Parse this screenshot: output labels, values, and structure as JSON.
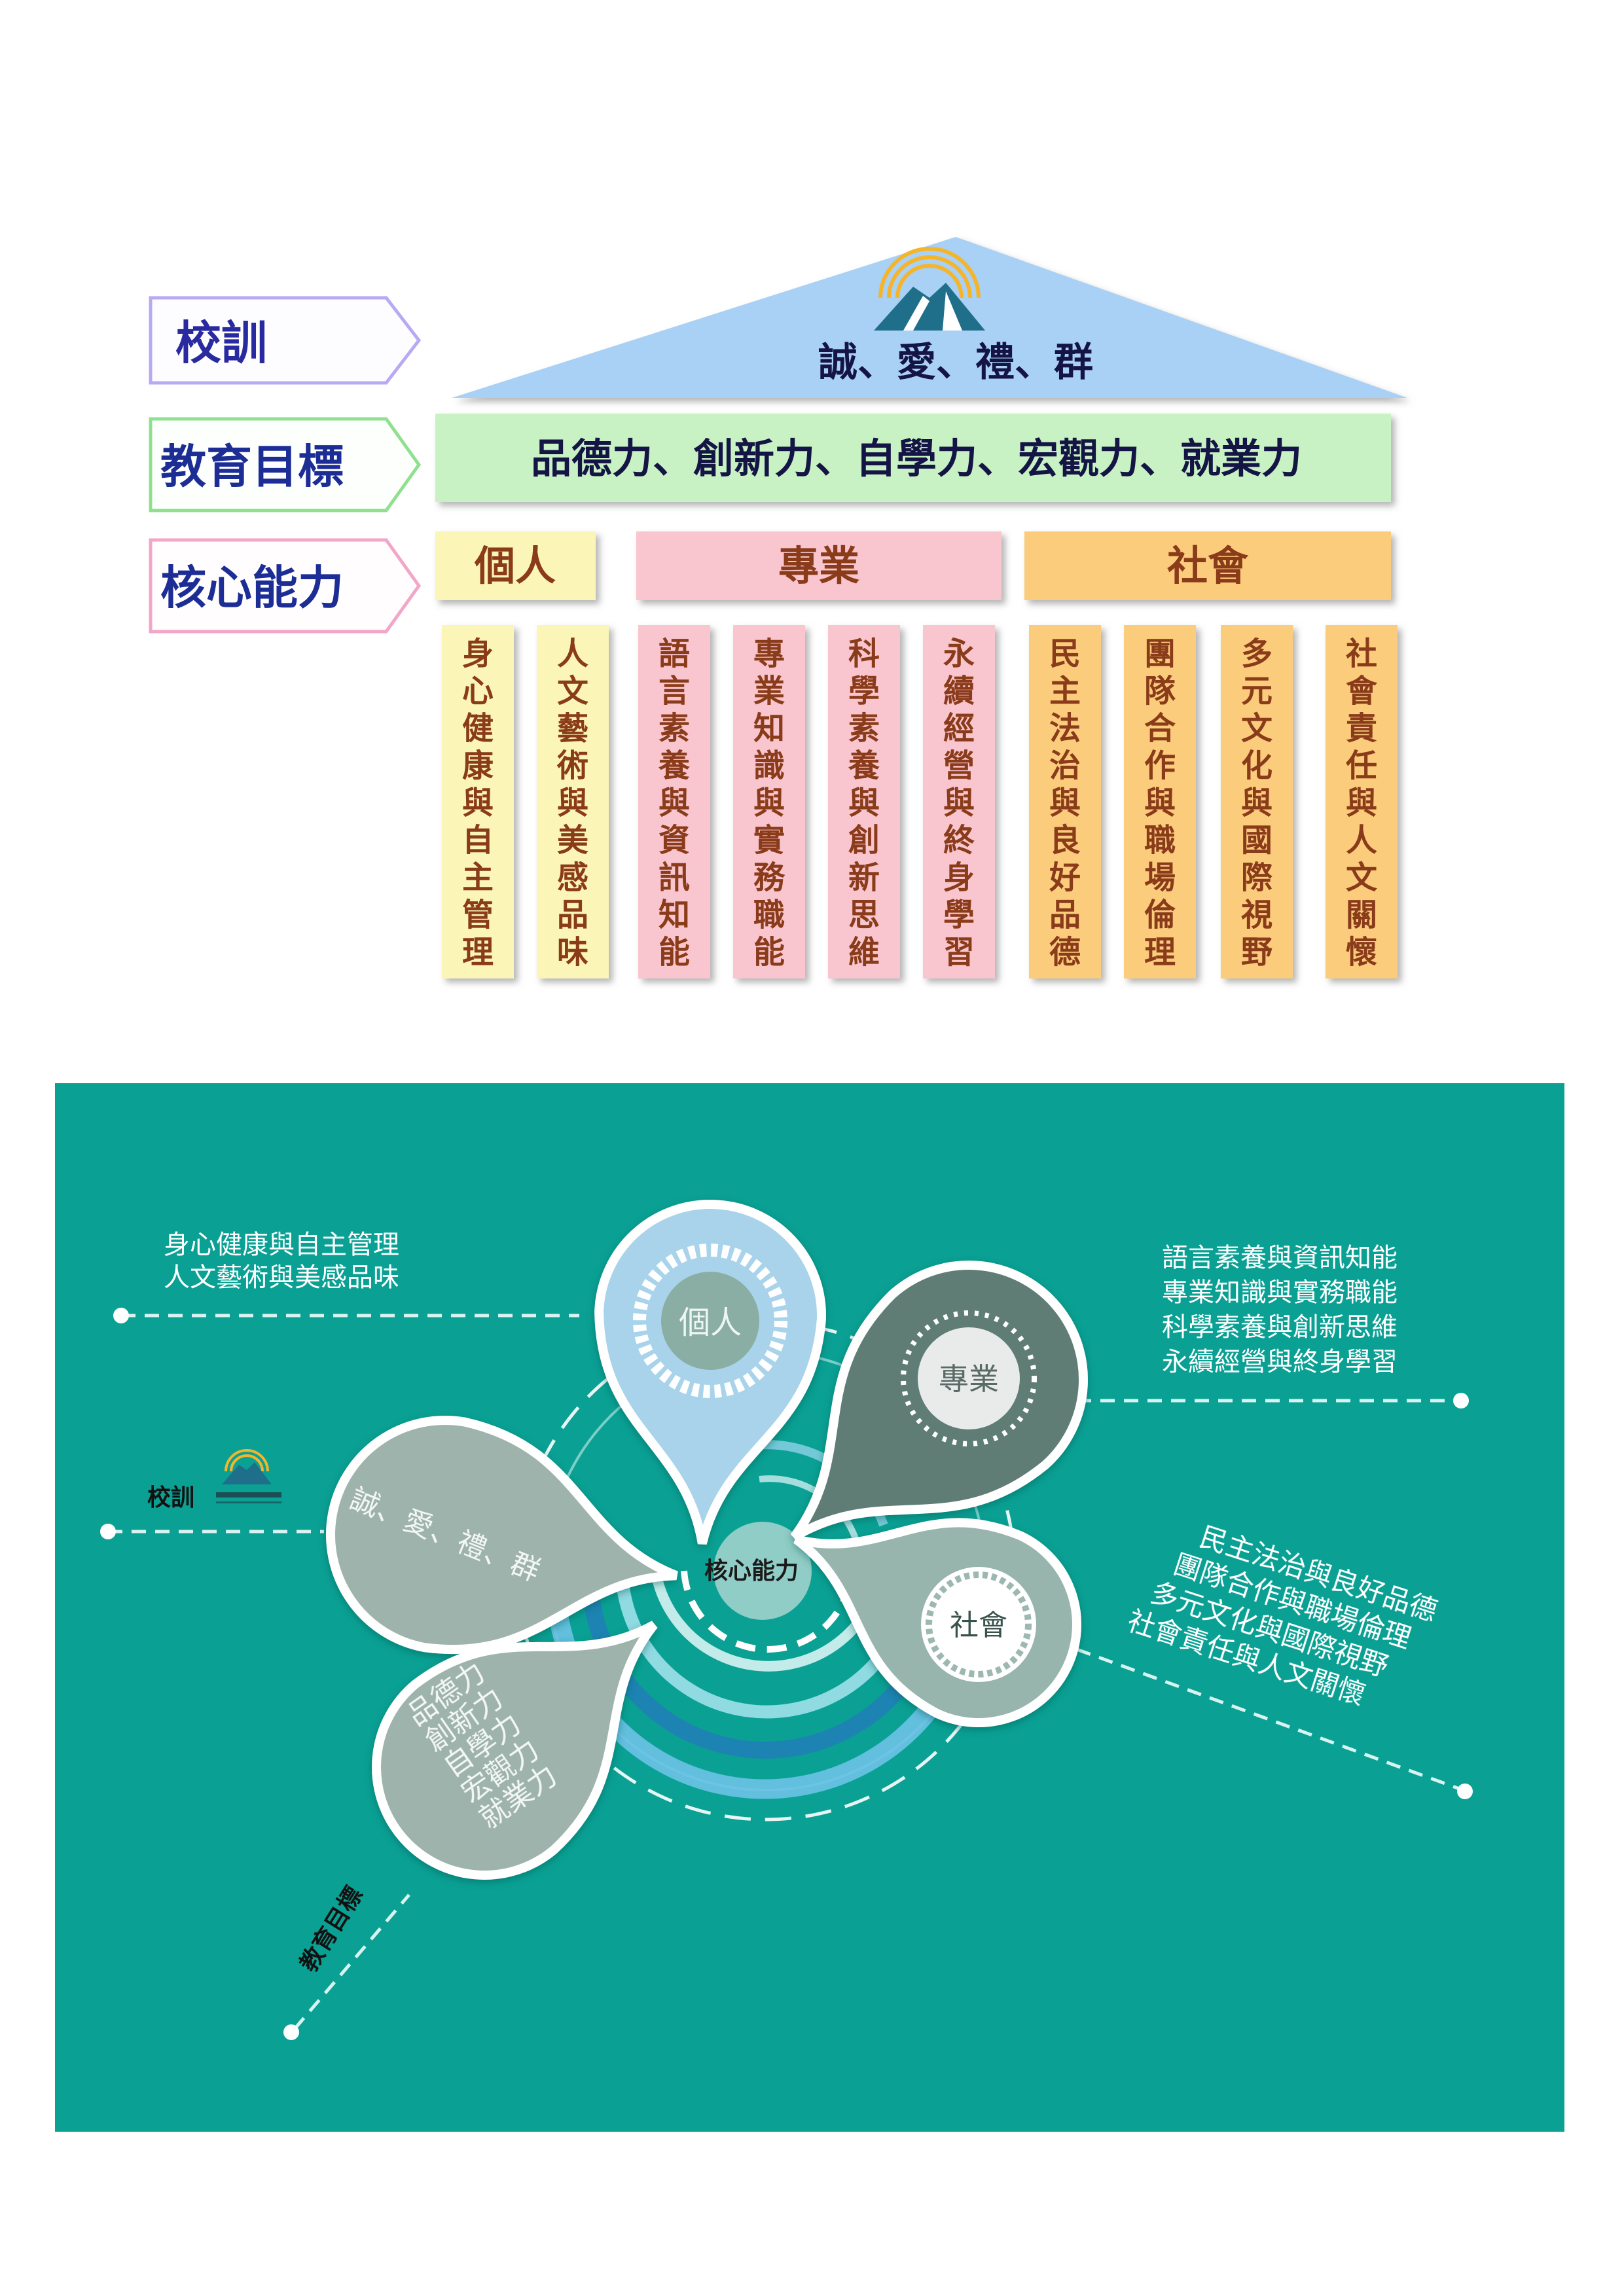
{
  "top": {
    "tags": {
      "motto": "校訓",
      "goals": "教育目標",
      "core": "核心能力"
    },
    "roof_text": "誠、愛、禮、群",
    "goals_text": "品德力、創新力、自學力、宏觀力、就業力",
    "groups": {
      "personal": "個人",
      "professional": "專業",
      "social": "社會"
    },
    "pillars": [
      "身心健康與自主管理",
      "人文藝術與美感品味",
      "語言素養與資訊知能",
      "專業知識與實務職能",
      "科學素養與創新思維",
      "永續經營與終身學習",
      "民主法治與良好品德",
      "團隊合作與職場倫理",
      "多元文化與國際視野",
      "社會責任與人文關懷"
    ],
    "colors": {
      "roof": "#a9d0f5",
      "goals_bar": "#c8f2c4",
      "personal": "#fbf6b7",
      "professional": "#f9c6cf",
      "social": "#fbcc7c",
      "pillar_text": "#8a3b1a"
    }
  },
  "bottom": {
    "bg_color": "#0aa194",
    "center_label": "核心能力",
    "personal_label": "個人",
    "professional_label": "專業",
    "social_label": "社會",
    "motto_petal_text": "誠、愛、禮、群",
    "goals_petal_lines": [
      "品德力",
      "創新力",
      "自學力",
      "宏觀力",
      "就業力"
    ],
    "personal_items": [
      "身心健康與自主管理",
      "人文藝術與美感品味"
    ],
    "professional_items": [
      "語言素養與資訊知能",
      "專業知識與實務職能",
      "科學素養與創新思維",
      "永續經營與終身學習"
    ],
    "social_items": [
      "民主法治與良好品德",
      "團隊合作與職場倫理",
      "多元文化與國際視野",
      "社會責任與人文關懷"
    ],
    "motto_tag": "校訓",
    "goals_tag": "教育目標"
  }
}
